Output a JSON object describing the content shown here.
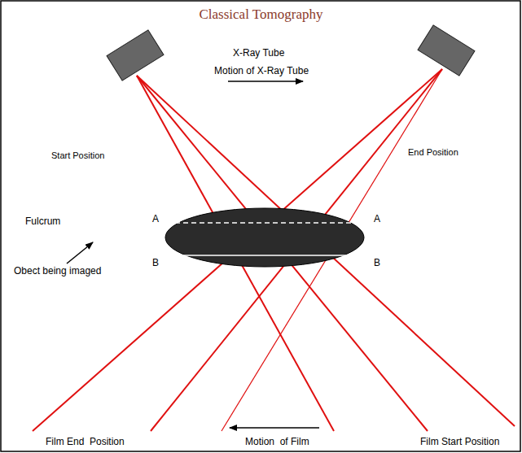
{
  "diagram": {
    "title": "Classical Tomography",
    "labels": [
      "X-Ray Tube",
      "Motion of X-Ray Tube",
      "Start Position",
      "End Position",
      "Fulcrum",
      "A",
      "A",
      "B",
      "B",
      "Obect being imaged",
      "Film End  Position",
      "Motion  of Film",
      "Film Start Position"
    ]
  }
}
